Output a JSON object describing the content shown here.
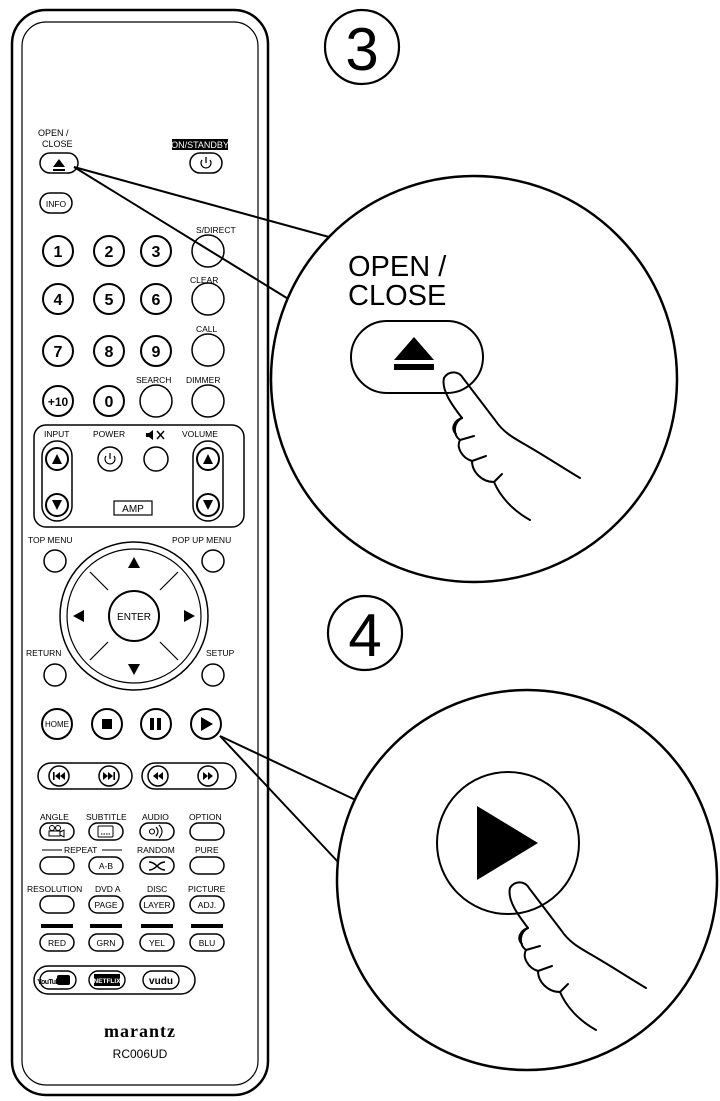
{
  "steps": {
    "step3": "3",
    "step4": "4"
  },
  "callout_open_close": {
    "line1": "OPEN /",
    "line2": "CLOSE"
  },
  "remote": {
    "brand": "marantz",
    "model": "RC006UD",
    "top": {
      "open_close": [
        "OPEN /",
        "CLOSE"
      ],
      "on_standby": "ON/STANDBY",
      "info": "INFO"
    },
    "side_labels": {
      "direct": "S/DIRECT",
      "clear": "CLEAR",
      "call": "CALL",
      "search": "SEARCH",
      "dimmer": "DIMMER"
    },
    "digits": [
      "1",
      "2",
      "3",
      "4",
      "5",
      "6",
      "7",
      "8",
      "9",
      "+10",
      "0"
    ],
    "amp": {
      "input": "INPUT",
      "power": "POWER",
      "volume": "VOLUME",
      "amp": "AMP"
    },
    "nav": {
      "top_menu": "TOP MENU",
      "pop_up_menu": "POP UP MENU",
      "enter": "ENTER",
      "return": "RETURN",
      "setup": "SETUP"
    },
    "transport": {
      "home": "HOME"
    },
    "func_row1": [
      "ANGLE",
      "SUBTITLE",
      "AUDIO",
      "OPTION"
    ],
    "func_row2": {
      "repeat": "REPEAT",
      "ab": "A-B",
      "random": "RANDOM",
      "pure": "PURE"
    },
    "func_row3": [
      "RESOLUTION",
      "DVD A",
      "DISC",
      "PICTURE"
    ],
    "func_row3_btn": {
      "page": "PAGE",
      "layer": "LAYER",
      "adj": "ADJ."
    },
    "colors": [
      "RED",
      "GRN",
      "YEL",
      "BLU"
    ],
    "streaming": {
      "youtube": "YouTube",
      "netflix": "NETFLIX",
      "vudu": "vudu"
    }
  }
}
